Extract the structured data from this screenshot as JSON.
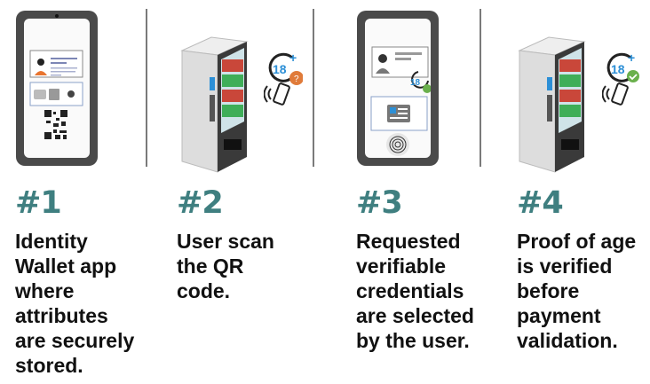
{
  "colors": {
    "accent": "#3f7f80",
    "text": "#111111",
    "divider": "#7a7a7a",
    "phone": "#4a4a4a",
    "badge_blue": "#2c8fd6",
    "question_orange": "#e07b3a",
    "check_green": "#6ab04c"
  },
  "steps": [
    {
      "number": "#1",
      "lines": [
        "Identity",
        "Wallet app",
        "where",
        "attributes",
        "are securely",
        "stored."
      ],
      "illustration": "wallet-phone-with-id-card-and-qr-code"
    },
    {
      "number": "#2",
      "lines": [
        "User scan",
        "the QR",
        "code."
      ],
      "illustration": "vending-machine-with-age-check-pending"
    },
    {
      "number": "#3",
      "lines": [
        "Requested",
        "verifiable",
        "credentials",
        "are selected",
        "by the user."
      ],
      "illustration": "phone-with-credential-selection-and-fingerprint"
    },
    {
      "number": "#4",
      "lines": [
        "Proof of age",
        "is verified",
        "before",
        "payment",
        "validation."
      ],
      "illustration": "vending-machine-with-age-verified"
    }
  ],
  "badges": {
    "age_label": "18",
    "plus": "+",
    "pending": "?",
    "verified": "✓"
  }
}
